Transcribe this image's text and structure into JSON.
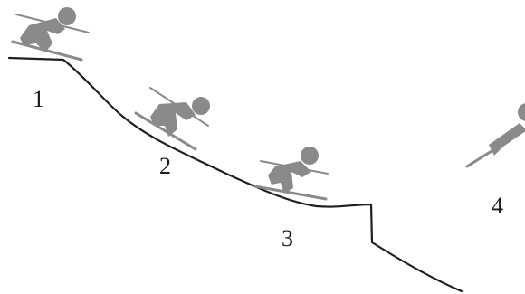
{
  "figure": {
    "stage_labels": [
      "1",
      "2",
      "3",
      "4"
    ]
  }
}
